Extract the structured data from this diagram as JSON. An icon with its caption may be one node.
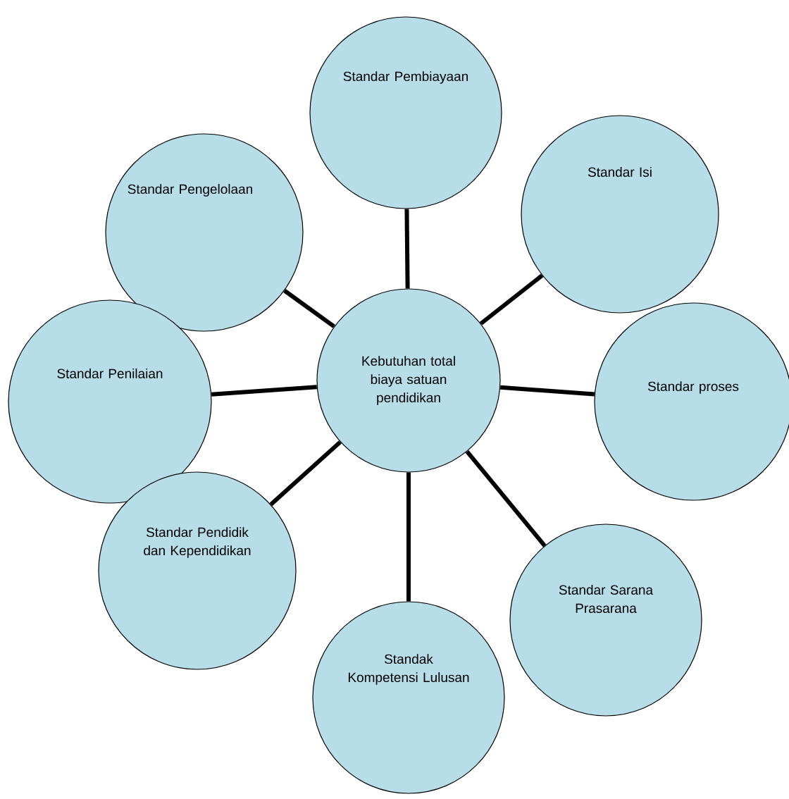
{
  "diagram": {
    "nodes": [
      {
        "text": [
          "Standar Pembiayaan"
        ]
      },
      {
        "text": [
          "Standar Pengelolaan"
        ]
      },
      {
        "text": [
          "Standar Isi"
        ]
      },
      {
        "text": [
          "Standar Penilaian"
        ]
      },
      {
        "text": [
          "Kebutuhan total biaya satuan pendidikan"
        ]
      },
      {
        "text": [
          "Standar proses"
        ]
      },
      {
        "text": [
          "Standar Pendidik dan Kependidikan"
        ]
      },
      {
        "text": [
          "Standar Sarana Prasarana"
        ]
      },
      {
        "text": [
          "Standak Kompetensi Lulusan"
        ]
      }
    ],
    "edges": [
      {
        "from": 4,
        "to": 0,
        "arrow": "none"
      },
      {
        "from": 4,
        "to": 2,
        "arrow": "none"
      },
      {
        "from": 4,
        "to": 5,
        "arrow": "none"
      },
      {
        "from": 4,
        "to": 7,
        "arrow": "none"
      },
      {
        "from": 4,
        "to": 8,
        "arrow": "none"
      },
      {
        "from": 4,
        "to": 6,
        "arrow": "none"
      },
      {
        "from": 4,
        "to": 3,
        "arrow": "none"
      },
      {
        "from": 4,
        "to": 1,
        "arrow": "none"
      }
    ]
  }
}
